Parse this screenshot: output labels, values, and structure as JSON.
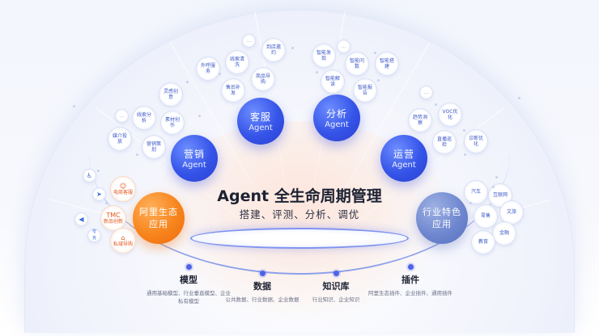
{
  "title": "Agent 全生命周期管理",
  "subtitle": "搭建、评测、分析、调优",
  "agents": [
    {
      "name": "客服",
      "suffix": "Agent"
    },
    {
      "name": "分析",
      "suffix": "Agent"
    },
    {
      "name": "营销",
      "suffix": "Agent"
    },
    {
      "name": "运营",
      "suffix": "Agent"
    }
  ],
  "apps": {
    "alibaba": "阿里生态应用",
    "industry": "行业特色应用"
  },
  "bubbles": {
    "marketing": [
      "灵感创意",
      "线索分析",
      "素材创作",
      "媒介投放",
      "营销策划",
      "…"
    ],
    "service": [
      "外呼服务",
      "线索清洗",
      "到店邀约",
      "商品导购",
      "售后补发",
      "…"
    ],
    "analysis": [
      "智能发现",
      "智能问数",
      "智能搭建",
      "智能解读",
      "智能报告",
      "…"
    ],
    "operations": [
      "趋势洞察",
      "VOC优化",
      "直播巡检",
      "诊断优化",
      "…"
    ],
    "industry": [
      "汽车",
      "互联网",
      "文旅",
      "零售",
      "金融",
      "教育"
    ],
    "alibaba": [
      {
        "label": "电商客服",
        "icon": "shop-icon"
      },
      {
        "label": "新品创新",
        "icon": "tmall-icon"
      },
      {
        "label": "私域导购",
        "icon": "home-icon"
      }
    ],
    "alibaba_small": [
      {
        "label": "♿",
        "icon": "accessibility-icon"
      },
      {
        "label": "➤",
        "icon": "arrow-icon"
      },
      {
        "label": "◀",
        "icon": "send-icon"
      },
      {
        "label": "夸克",
        "icon": "quark-icon"
      }
    ]
  },
  "pillars": [
    {
      "title": "模型",
      "desc": "通用基础模型、行业垂直模型、企业私有模型"
    },
    {
      "title": "数据",
      "desc": "公共数据、行业数据、企业数据"
    },
    {
      "title": "知识库",
      "desc": "行业知识、企业知识"
    },
    {
      "title": "插件",
      "desc": "阿里生态插件、企业插件、通用插件"
    }
  ]
}
